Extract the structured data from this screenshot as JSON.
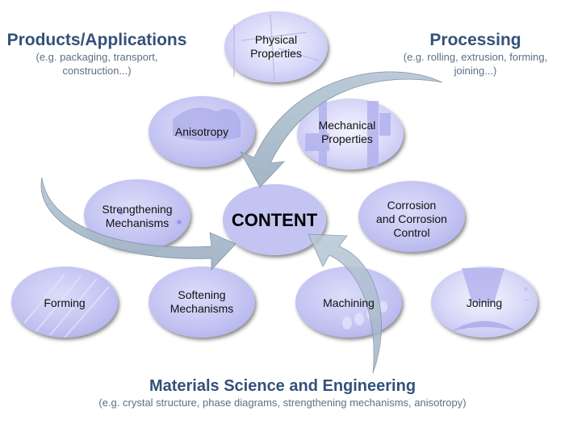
{
  "headings": {
    "products": {
      "title": "Products/Applications",
      "subtitle_line1": "(e.g. packaging, transport,",
      "subtitle_line2": "construction...)"
    },
    "processing": {
      "title": "Processing",
      "subtitle_line1": "(e.g. rolling, extrusion, forming,",
      "subtitle_line2": "joining...)"
    },
    "mse": {
      "title": "Materials Science and Engineering",
      "subtitle_line1": "(e.g. crystal structure, phase diagrams, strengthening mechanisms, anisotropy)"
    }
  },
  "center": {
    "label": "CONTENT"
  },
  "nodes": [
    {
      "id": "physical-properties",
      "line1": "Physical",
      "line2": "Properties"
    },
    {
      "id": "anisotropy",
      "line1": "Anisotropy",
      "line2": ""
    },
    {
      "id": "mechanical-properties",
      "line1": "Mechanical",
      "line2": "Properties"
    },
    {
      "id": "strengthening-mechanisms",
      "line1": "Strengthening",
      "line2": "Mechanisms"
    },
    {
      "id": "corrosion",
      "line1": "Corrosion",
      "line2": "and Corrosion",
      "line3": "Control"
    },
    {
      "id": "forming",
      "line1": "Forming",
      "line2": ""
    },
    {
      "id": "softening-mechanisms",
      "line1": "Softening",
      "line2": "Mechanisms"
    },
    {
      "id": "machining",
      "line1": "Machining",
      "line2": ""
    },
    {
      "id": "joining",
      "line1": "Joining",
      "line2": ""
    }
  ],
  "colors": {
    "heading": "#34517a",
    "subheading": "#5e6f86",
    "ellipse_fill": "#c8c8f4",
    "center_fill": "#c4c4f2",
    "arrow_fill": "#a9bccb"
  }
}
